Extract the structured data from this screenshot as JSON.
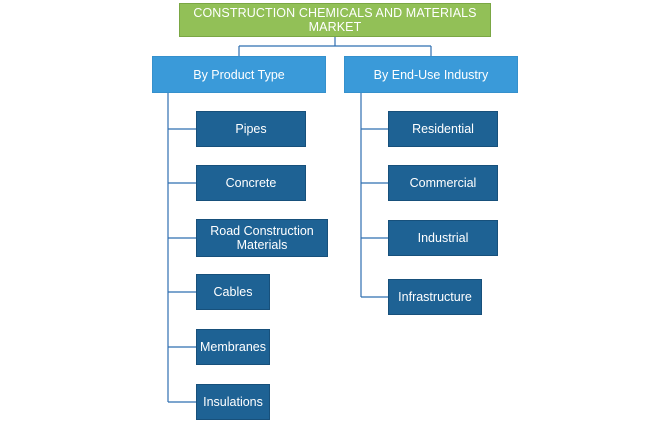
{
  "root": {
    "label": "CONSTRUCTION CHEMICALS AND MATERIALS MARKET"
  },
  "branches": [
    {
      "label": "By Product Type",
      "items": [
        "Pipes",
        "Concrete",
        "Road Construction Materials",
        "Cables",
        "Membranes",
        "Insulations"
      ]
    },
    {
      "label": "By End-Use Industry",
      "items": [
        "Residential",
        "Commercial",
        "Industrial",
        "Infrastructure"
      ]
    }
  ],
  "colors": {
    "root_fill": "#92c057",
    "category_fill": "#3a9ad9",
    "leaf_fill": "#1e6294",
    "connector": "#2f6fb0"
  }
}
